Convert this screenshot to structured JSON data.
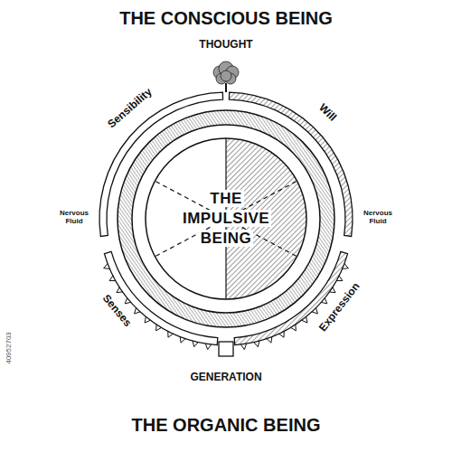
{
  "diagram": {
    "title": "THE CONSCIOUS BEING",
    "caption": "THE ORGANIC BEING",
    "nodes": [
      {
        "text": [
          "THE IMPULSIVE BEING"
        ]
      }
    ],
    "labels": [
      "THOUGHT",
      "Sensibility",
      "Will",
      "Nervous Fluid",
      "Nervous Fluid",
      "Senses",
      "Expression",
      "GENERATION",
      "40952703"
    ]
  }
}
